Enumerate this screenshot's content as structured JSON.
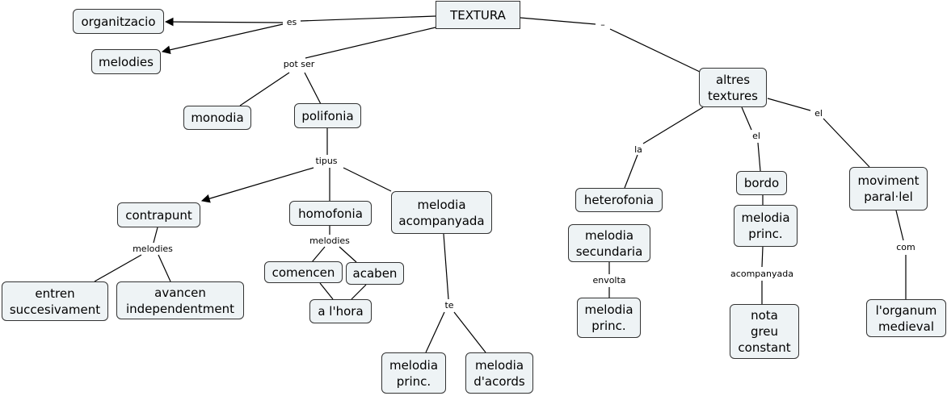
{
  "nodes": {
    "textura": "TEXTURA",
    "organitzacio": "organitzacio",
    "melodies": "melodies",
    "monodia": "monodia",
    "polifonia": "polifonia",
    "contrapunt": "contrapunt",
    "homofonia": "homofonia",
    "melodia_acompanyada": "melodia\nacompanyada",
    "entren": "entren\nsuccesivament",
    "avancen": "avancen\nindependentment",
    "comencen": "comencen",
    "acaben": "acaben",
    "a_lhora": "a l'hora",
    "melodia_princ_1": "melodia\nprinc.",
    "melodia_acords": "melodia\nd'acords",
    "altres_textures": "altres\ntextures",
    "heterofonia": "heterofonia",
    "melodia_secundaria": "melodia\nsecundaria",
    "melodia_princ_2": "melodia\nprinc.",
    "bordo": "bordo",
    "melodia_princ_3": "melodia\nprinc.",
    "nota_greu": "nota\ngreu\nconstant",
    "moviment_parallel": "moviment\nparal·lel",
    "organum": "l'organum\nmedieval"
  },
  "labels": {
    "es": "es",
    "pot_ser": "pot ser",
    "dash": "–",
    "tipus": "tipus",
    "melodies_1": "melodies",
    "melodies_2": "melodies",
    "te": "te",
    "la": "la",
    "el_1": "el",
    "el_2": "el",
    "envolta": "envolta",
    "acompanyada": "acompanyada",
    "com": "com"
  }
}
